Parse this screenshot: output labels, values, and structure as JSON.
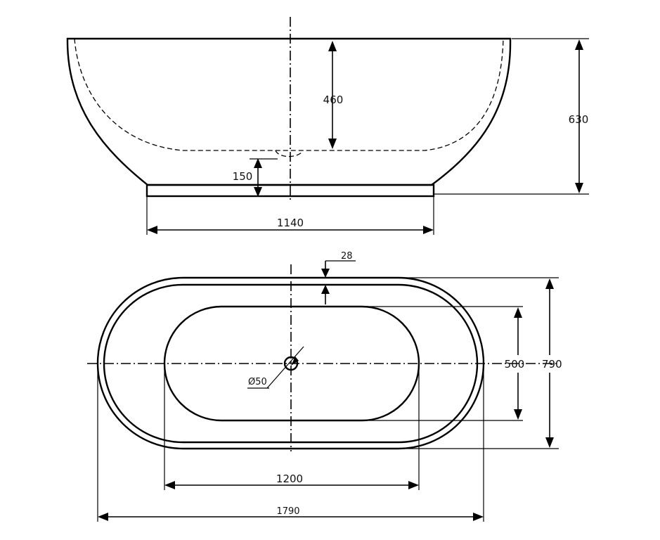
{
  "side_view": {
    "depth_label": "460",
    "height_label": "630",
    "base_height_label": "150",
    "base_width_label": "1140"
  },
  "top_view": {
    "rim_label": "28",
    "inner_width_label": "500",
    "outer_width_label": "790",
    "drain_label": "Ø50",
    "inner_length_label": "1200",
    "outer_length_label": "1790"
  }
}
